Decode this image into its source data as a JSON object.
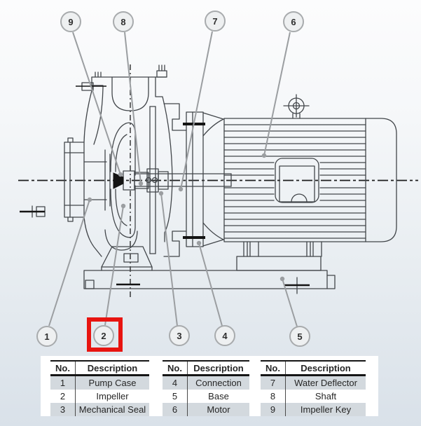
{
  "diagram": {
    "type": "pump-cross-section",
    "subject": "End-suction close-coupled centrifugal pump with motor, numbered part callouts"
  },
  "colors": {
    "background_top": "#fcfcfd",
    "background_bottom": "#d9e1e9",
    "drawing_line": "#42464a",
    "leader_line": "#9b9ea1",
    "callout_fill": "#eef0f1",
    "callout_border": "#a8abad",
    "highlight_red": "#e81410",
    "table_background": "#ffffff",
    "table_row_shade": "#d3d9de",
    "text": "#262626"
  },
  "highlight": {
    "target_callout": "2",
    "shape": "red-rectangle"
  },
  "callouts": [
    {
      "number": "1",
      "part": "Pump Case"
    },
    {
      "number": "2",
      "part": "Impeller"
    },
    {
      "number": "3",
      "part": "Mechanical Seal"
    },
    {
      "number": "4",
      "part": "Connection"
    },
    {
      "number": "5",
      "part": "Base"
    },
    {
      "number": "6",
      "part": "Motor"
    },
    {
      "number": "7",
      "part": "Water Deflector"
    },
    {
      "number": "8",
      "part": "Shaft"
    },
    {
      "number": "9",
      "part": "Impeller Key"
    }
  ],
  "tables": [
    {
      "headers": {
        "no": "No.",
        "description": "Description"
      },
      "rows": [
        {
          "no": "1",
          "description": "Pump Case"
        },
        {
          "no": "2",
          "description": "Impeller"
        },
        {
          "no": "3",
          "description": "Mechanical Seal"
        }
      ]
    },
    {
      "headers": {
        "no": "No.",
        "description": "Description"
      },
      "rows": [
        {
          "no": "4",
          "description": "Connection"
        },
        {
          "no": "5",
          "description": "Base"
        },
        {
          "no": "6",
          "description": "Motor"
        }
      ]
    },
    {
      "headers": {
        "no": "No.",
        "description": "Description"
      },
      "rows": [
        {
          "no": "7",
          "description": "Water Deflector"
        },
        {
          "no": "8",
          "description": "Shaft"
        },
        {
          "no": "9",
          "description": "Impeller Key"
        }
      ]
    }
  ]
}
